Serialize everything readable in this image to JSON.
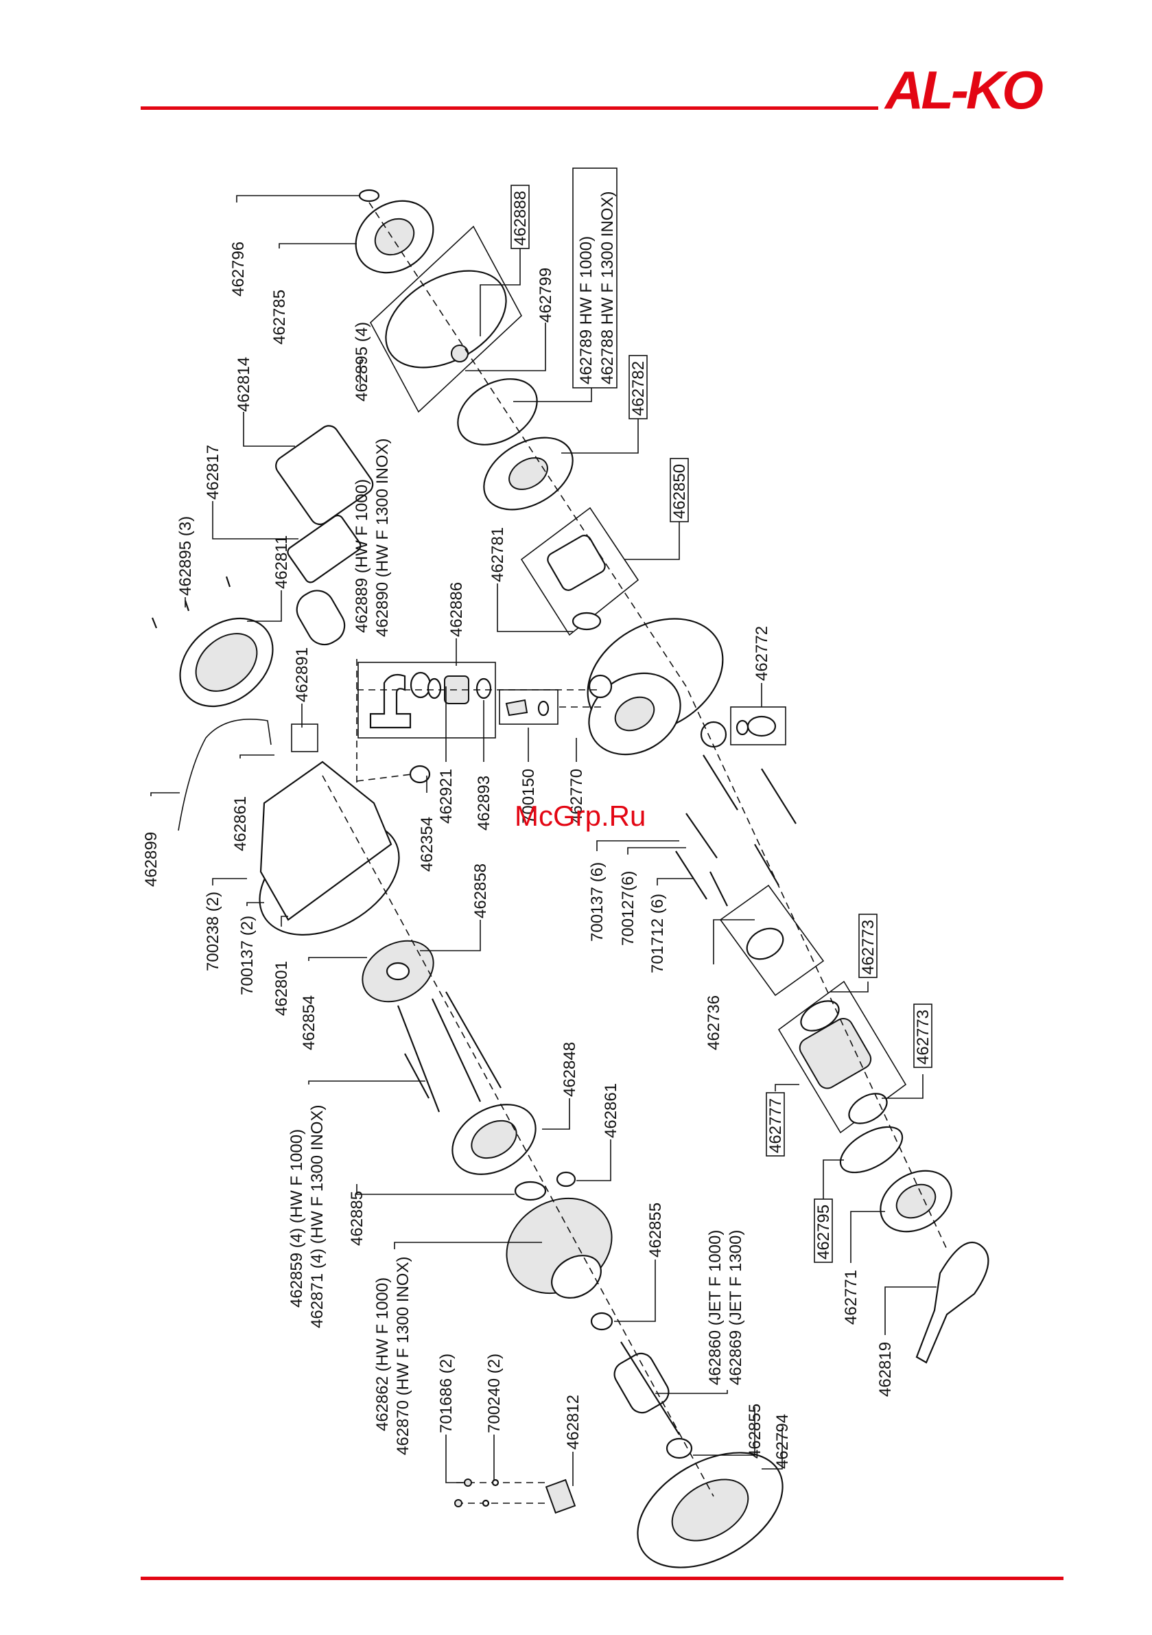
{
  "brand": {
    "logo_text": "AL-KO",
    "accent_color": "#e30613"
  },
  "watermark": "McGrp.Ru",
  "labels": {
    "l462796": "462796",
    "l462785": "462785",
    "l462895_4": "462895 (4)",
    "l462814": "462814",
    "l462817": "462817",
    "l462895_3": "462895 (3)",
    "l462811": "462811",
    "l462891": "462891",
    "l462899": "462899",
    "l462861a": "462861",
    "l700238": "700238 (2)",
    "l700137a": "700137 (2)",
    "l462801": "462801",
    "l462854": "462854",
    "l462858": "462858",
    "l462354": "462354",
    "l462921": "462921",
    "l462893": "462893",
    "l462886": "462886",
    "l462889": "462889 (HW F 1000)",
    "l462890": "462890 (HW F 1300 INOX)",
    "l462888": "462888",
    "l462799": "462799",
    "l462789": "462789 HW F 1000)",
    "l462788": "462788 HW F 1300 INOX)",
    "l462782": "462782",
    "l462850": "462850",
    "l462781": "462781",
    "l462772": "462772",
    "l700150": "700150",
    "l462770": "462770",
    "l700137b": "700137 (6)",
    "l700127": "700127(6)",
    "l701712": "701712 (6)",
    "l462736": "462736",
    "l462773a": "462773",
    "l462773b": "462773",
    "l462777": "462777",
    "l462795": "462795",
    "l462771": "462771",
    "l462819": "462819",
    "l462848": "462848",
    "l462861b": "462861",
    "l462859": "462859 (4) (HW F 1000)",
    "l462871": "462871 (4) (HW F 1300 INOX)",
    "l462885": "462885",
    "l462855a": "462855",
    "l462862": "462862 (HW F 1000)",
    "l462870": "462870 (HW F 1300 INOX)",
    "l462860": "462860 (JET F 1000)",
    "l462869": "462869 (JET F 1300)",
    "l462855b": "462855",
    "l462794": "462794",
    "l462812": "462812",
    "l701686": "701686 (2)",
    "l700240": "700240 (2)"
  }
}
